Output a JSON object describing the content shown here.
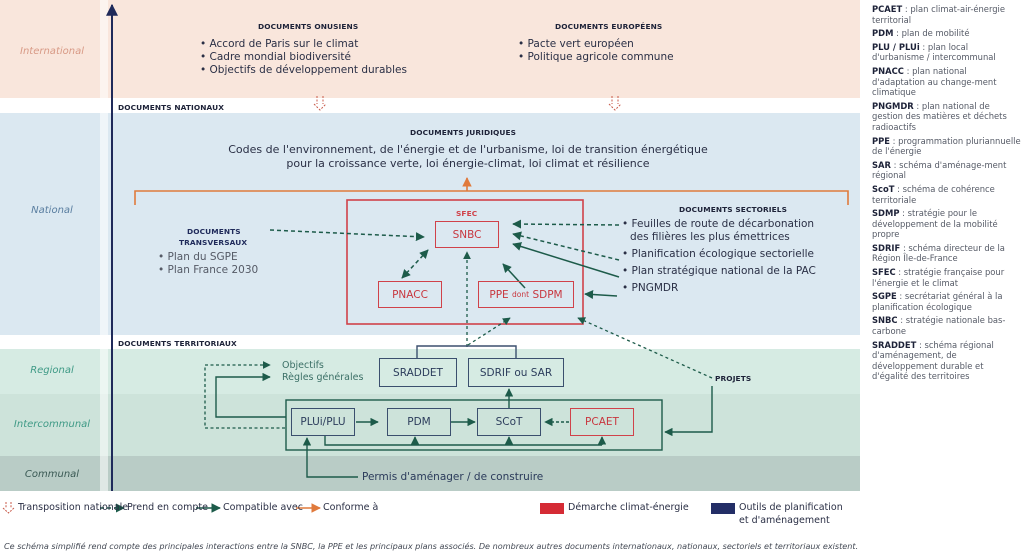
{
  "levels": {
    "international": "International",
    "national": "National",
    "regional": "Regional",
    "intercommunal": "Intercommunal",
    "communal": "Communal"
  },
  "colors": {
    "international_bg": "#f9e6dc",
    "national_bg": "#dbe8f1",
    "regional_bg": "#d6ebe3",
    "intercommunal_bg": "#cde3da",
    "communal_bg": "#b9ccc6",
    "axis": "#1f2a5a",
    "climate_red": "#d0424a",
    "planning_navy": "#232e66",
    "takes_into_account": "#1d5b4a",
    "conform_orange": "#e07a3c"
  },
  "international": {
    "onu": {
      "title": "DOCUMENTS ONUSIENS",
      "items": [
        "Accord de Paris sur le climat",
        "Cadre mondial biodiversité",
        "Objectifs de développement durables"
      ]
    },
    "europe": {
      "title": "DOCUMENTS EUROPÉENS",
      "items": [
        "Pacte vert européen",
        "Politique agricole commune"
      ]
    }
  },
  "national": {
    "section_title": "DOCUMENTS NATIONAUX",
    "juridiques": {
      "title": "DOCUMENTS JURIDIQUES",
      "line1": "Codes de l'environnement, de l'énergie et de l'urbanisme, loi de transition énergétique",
      "line2": "pour la croissance verte, loi énergie-climat, loi climat et résilience"
    },
    "transversaux": {
      "title_line1": "DOCUMENTS",
      "title_line2": "TRANSVERSAUX",
      "items": [
        "Plan du SGPE",
        "Plan France 2030"
      ]
    },
    "sfec": {
      "label": "SFEC",
      "snbc": "SNBC",
      "pnacc": "PNACC",
      "ppe": "PPE",
      "ppe_dont": "dont",
      "sdpm": "SDPM"
    },
    "sectoriels": {
      "title": "DOCUMENTS SECTORIELS",
      "items": [
        "Feuilles de route de décarbonation",
        "des filières les plus émettrices",
        "Planification écologique sectorielle",
        "Plan stratégique national de la PAC",
        "PNGMDR"
      ]
    }
  },
  "territorial": {
    "section_title": "DOCUMENTS TERRITORIAUX",
    "objectifs": "Objectifs",
    "regles": "Règles générales",
    "sraddet": "SRADDET",
    "sdrif": "SDRIF ou SAR",
    "plui": "PLUi/PLU",
    "pdm": "PDM",
    "scot": "SCoT",
    "pcaet": "PCAET",
    "projets": "PROJETS",
    "permis": "Permis d'aménager / de construire"
  },
  "legend": {
    "transposition": "Transposition nationale",
    "prend_en_compte": "Prend en compte",
    "compatible": "Compatible avec",
    "conforme": "Conforme à",
    "climat_energie": "Démarche climat-énergie",
    "outils_line1": "Outils de planification",
    "outils_line2": "et d'aménagement"
  },
  "glossary": [
    {
      "term": "PCAET",
      "def": "plan climat-air-énergie territorial"
    },
    {
      "term": "PDM",
      "def": "plan de mobilité"
    },
    {
      "term": "PLU / PLUi",
      "def": "plan local d'urbanisme / intercommunal"
    },
    {
      "term": "PNACC",
      "def": "plan national d'adaptation au change-ment climatique"
    },
    {
      "term": "PNGMDR",
      "def": "plan national de gestion des matières et déchets radioactifs"
    },
    {
      "term": "PPE",
      "def": "programmation pluriannuelle de l'énergie"
    },
    {
      "term": "SAR",
      "def": "schéma d'aménage-ment régional"
    },
    {
      "term": "ScoT",
      "def": "schéma de cohérence territoriale"
    },
    {
      "term": "SDMP",
      "def": "stratégie pour le développement de la mobilité propre"
    },
    {
      "term": "SDRIF",
      "def": "schéma directeur de la Région Île-de-France"
    },
    {
      "term": "SFEC",
      "def": "stratégie française pour l'énergie et le climat"
    },
    {
      "term": "SGPE",
      "def": "secrétariat général à la planification écologique"
    },
    {
      "term": "SNBC",
      "def": "stratégie nationale bas-carbone"
    },
    {
      "term": "SRADDET",
      "def": "schéma régional d'aménagement, de développement durable et d'égalité des territoires"
    }
  ],
  "caption": "Ce schéma simplifié rend compte des principales interactions entre la SNBC, la PPE et les principaux plans associés. De nombreux autres documents internationaux, nationaux, sectoriels et territoriaux existent."
}
